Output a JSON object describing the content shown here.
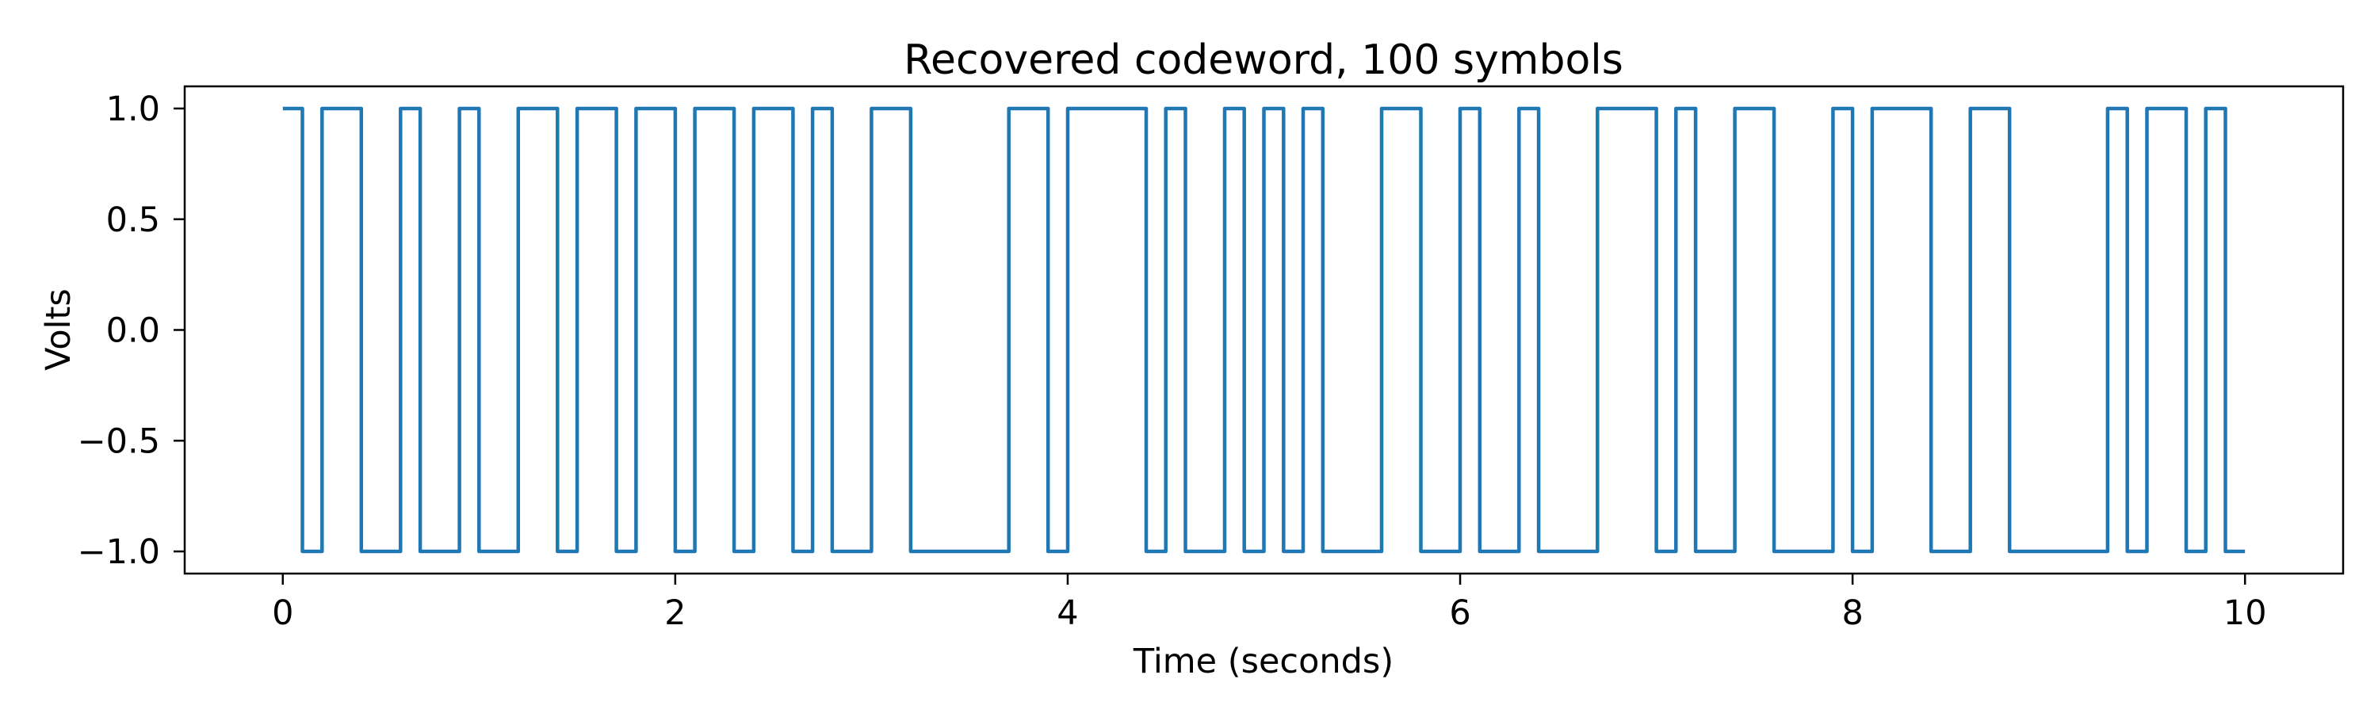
{
  "figure": {
    "title": "Recovered codeword, 100 symbols",
    "xlabel": "Time (seconds)",
    "ylabel": "Volts"
  },
  "axes": {
    "x_tick_labels": [
      "0",
      "2",
      "4",
      "6",
      "8",
      "10"
    ],
    "x_tick_values": [
      0,
      2,
      4,
      6,
      8,
      10
    ],
    "y_tick_labels": [
      "1.0",
      "0.5",
      "0.0",
      "−0.5",
      "−1.0"
    ],
    "y_tick_values": [
      1.0,
      0.5,
      0.0,
      -0.5,
      -1.0
    ]
  },
  "colors": {
    "line": "#1f77b4",
    "spine": "#000000",
    "text": "#000000",
    "background": "#ffffff"
  },
  "chart_data": {
    "type": "line",
    "style": "square-wave-step",
    "title": "Recovered codeword, 100 symbols",
    "xlabel": "Time (seconds)",
    "ylabel": "Volts",
    "n_symbols": 100,
    "symbol_duration_s": 0.1,
    "x_start": 0,
    "x_end": 10,
    "amplitude_volts": 1.0,
    "levels": [
      1,
      -1
    ],
    "xlim": [
      -0.5,
      10.5
    ],
    "ylim": [
      -1.1,
      1.1
    ],
    "x_ticks": [
      0,
      2,
      4,
      6,
      8,
      10
    ],
    "y_ticks": [
      1.0,
      0.5,
      0.0,
      -0.5,
      -1.0
    ],
    "grid": false,
    "legend": null,
    "line_color": "#1f77b4",
    "bits": "1011001001001101101101101101001100000110111101001010100011001001000111010011000101110011000001011010",
    "symbols": [
      1,
      -1,
      1,
      1,
      -1,
      -1,
      1,
      -1,
      -1,
      1,
      -1,
      -1,
      1,
      1,
      -1,
      1,
      1,
      -1,
      1,
      1,
      -1,
      1,
      1,
      -1,
      1,
      1,
      -1,
      1,
      -1,
      -1,
      1,
      1,
      -1,
      -1,
      -1,
      -1,
      -1,
      1,
      1,
      -1,
      1,
      1,
      1,
      1,
      -1,
      1,
      -1,
      -1,
      1,
      -1,
      1,
      -1,
      1,
      -1,
      -1,
      -1,
      1,
      1,
      -1,
      -1,
      1,
      -1,
      -1,
      1,
      -1,
      -1,
      -1,
      1,
      1,
      1,
      -1,
      1,
      -1,
      -1,
      1,
      1,
      -1,
      -1,
      -1,
      1,
      -1,
      1,
      1,
      1,
      -1,
      -1,
      1,
      1,
      -1,
      -1,
      -1,
      -1,
      -1,
      1,
      -1,
      1,
      1,
      -1,
      1,
      -1
    ]
  }
}
